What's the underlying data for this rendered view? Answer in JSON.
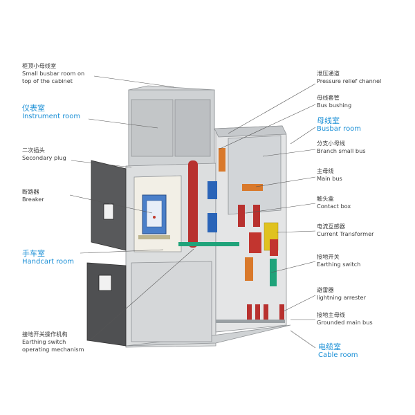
{
  "labels": {
    "small_busbar": {
      "cn": "柜顶小母线室",
      "en1": "Small busbar room on",
      "en2": "top of the cabinet"
    },
    "instrument_room": {
      "cn": "仪表室",
      "en": "Instrument room"
    },
    "secondary_plug": {
      "cn": "二次插头",
      "en": "Secondary plug"
    },
    "breaker": {
      "cn": "断路器",
      "en": "Breaker"
    },
    "handcart_room": {
      "cn": "手车室",
      "en": "Handcart room"
    },
    "earthing_mech": {
      "cn": "接地开关操作机构",
      "en1": "Earthing switch",
      "en2": "operating mechanism"
    },
    "pressure_relief": {
      "cn": "泄压通道",
      "en": "Pressure relief channel"
    },
    "bus_bushing": {
      "cn": "母线套管",
      "en": "Bus bushing"
    },
    "busbar_room": {
      "cn": "母线室",
      "en": "Busbar room"
    },
    "branch_small_bus": {
      "cn": "分支小母线",
      "en": "Branch small bus"
    },
    "main_bus": {
      "cn": "主母线",
      "en": "Main bus"
    },
    "contact_box": {
      "cn": "触头盒",
      "en": "Contact box"
    },
    "current_transformer": {
      "cn": "电流互感器",
      "en": "Current Transformer"
    },
    "earthing_switch": {
      "cn": "接地开关",
      "en": "Earthing switch"
    },
    "lightning_arrester": {
      "cn": "避雷器",
      "en": "lightning arrester"
    },
    "grounded_main_bus": {
      "cn": "接地主母线",
      "en": "Grounded main bus"
    },
    "cable_room": {
      "cn": "电缆室",
      "en": "Cable room"
    }
  },
  "colors": {
    "zone_label": "#1a8fd6",
    "frame": "#c9cbcd",
    "door": "#555555",
    "busbar_red": "#b8312f",
    "orange": "#d9792b",
    "blue": "#2a64b8",
    "green": "#1fa37a",
    "yellow": "#e0c21f"
  }
}
